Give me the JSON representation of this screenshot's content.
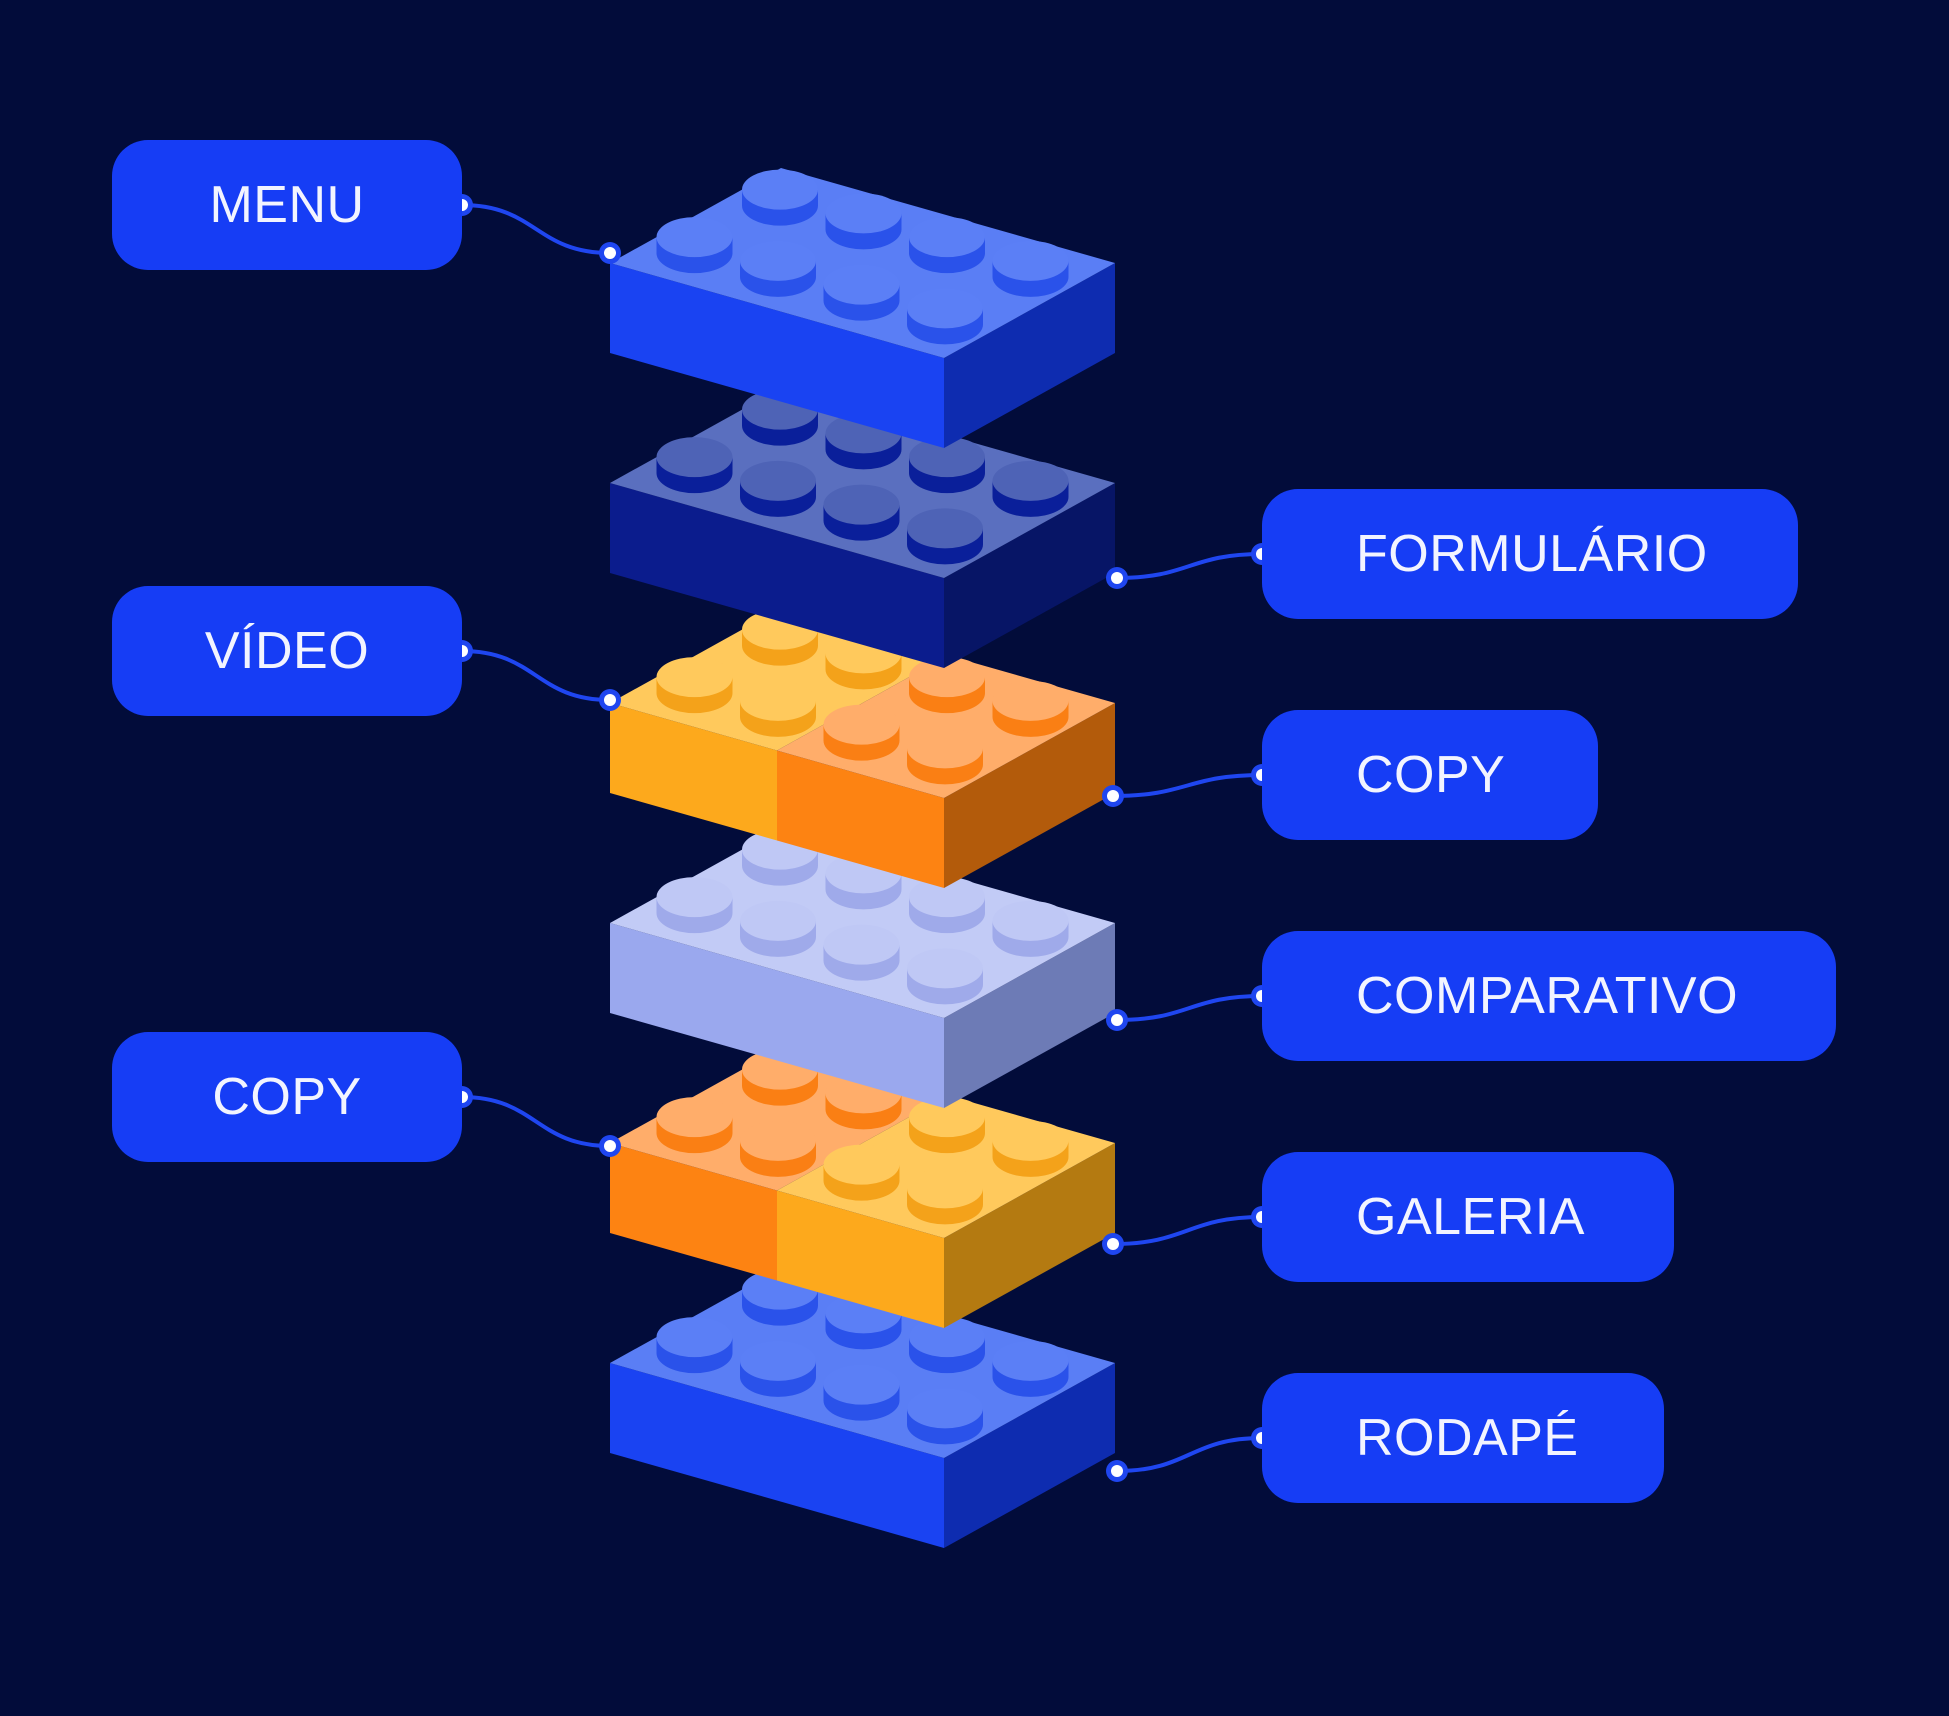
{
  "colors": {
    "background": "#020c3a",
    "label_fill": "#163df5",
    "label_text": "#f2f4ff",
    "connector": "#1f46f0",
    "connector_dot": "#ffffff"
  },
  "labels": {
    "menu": "MENU",
    "video": "VÍDEO",
    "copy_left": "COPY",
    "formulario": "FORMULÁRIO",
    "copy_right": "COPY",
    "comparativo": "COMPARATIVO",
    "galeria": "GALERIA",
    "rodape": "RODAPÉ"
  },
  "blocks": [
    {
      "name": "menu-block",
      "shape": "bar",
      "color": "bright-blue"
    },
    {
      "name": "formulario-block",
      "shape": "bar",
      "color": "dark-blue"
    },
    {
      "name": "video-copy-block",
      "shape": "two-tone",
      "color": "orange"
    },
    {
      "name": "comparativo-block",
      "shape": "bar",
      "color": "lavender"
    },
    {
      "name": "copy-galeria-block",
      "shape": "two-tone",
      "color": "orange"
    },
    {
      "name": "rodape-block",
      "shape": "bar",
      "color": "bright-blue"
    }
  ]
}
